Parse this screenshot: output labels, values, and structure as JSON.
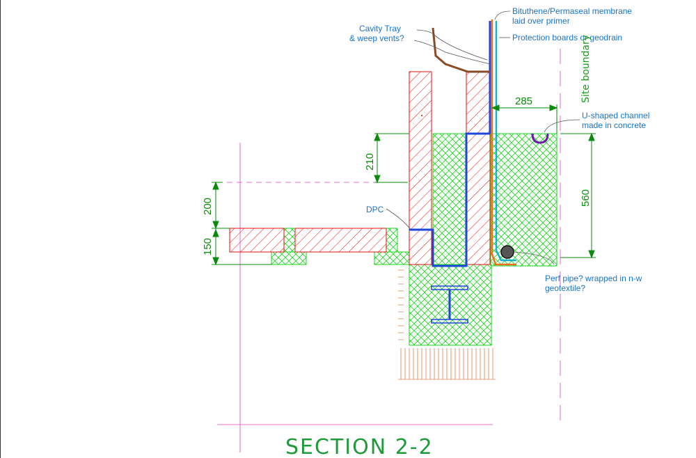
{
  "colors": {
    "masonry_hatch": "#e01010",
    "concrete_hatch": "#19d419",
    "dpc": "#1e46d8",
    "membrane_orange": "#f07020",
    "membrane_cyan": "#16b2c8",
    "tray": "#8a4a24",
    "dimension": "#0a8a0a",
    "label": "#1a73c9",
    "grid_magenta": "#e040d0",
    "channel": "#6a1aa8",
    "pipe": "#555555",
    "earth": "#d88050"
  },
  "labels": {
    "membrane_line1": "Bituthene/Permaseal membrane",
    "membrane_line2": "laid over primer",
    "cavity_line1": "Cavity Tray",
    "cavity_line2": "& weep vents?",
    "protection": "Protection boards or geodrain",
    "channel_line1": "U-shaped channel",
    "channel_line2": "made in concrete",
    "dpc": "DPC",
    "pipe_line1": "Perf pipe?  wrapped in n-w",
    "pipe_line2": "geotextile?",
    "site_boundary": "Site boundary",
    "section_title": "SECTION 2-2"
  },
  "dimensions": {
    "d285": "285",
    "d210": "210",
    "d560": "560",
    "d200": "200",
    "d150": "150"
  },
  "icons": {
    "steel_beam": "i-beam-icon",
    "perf_pipe": "pipe-circle-icon",
    "u_channel": "u-channel-icon"
  }
}
